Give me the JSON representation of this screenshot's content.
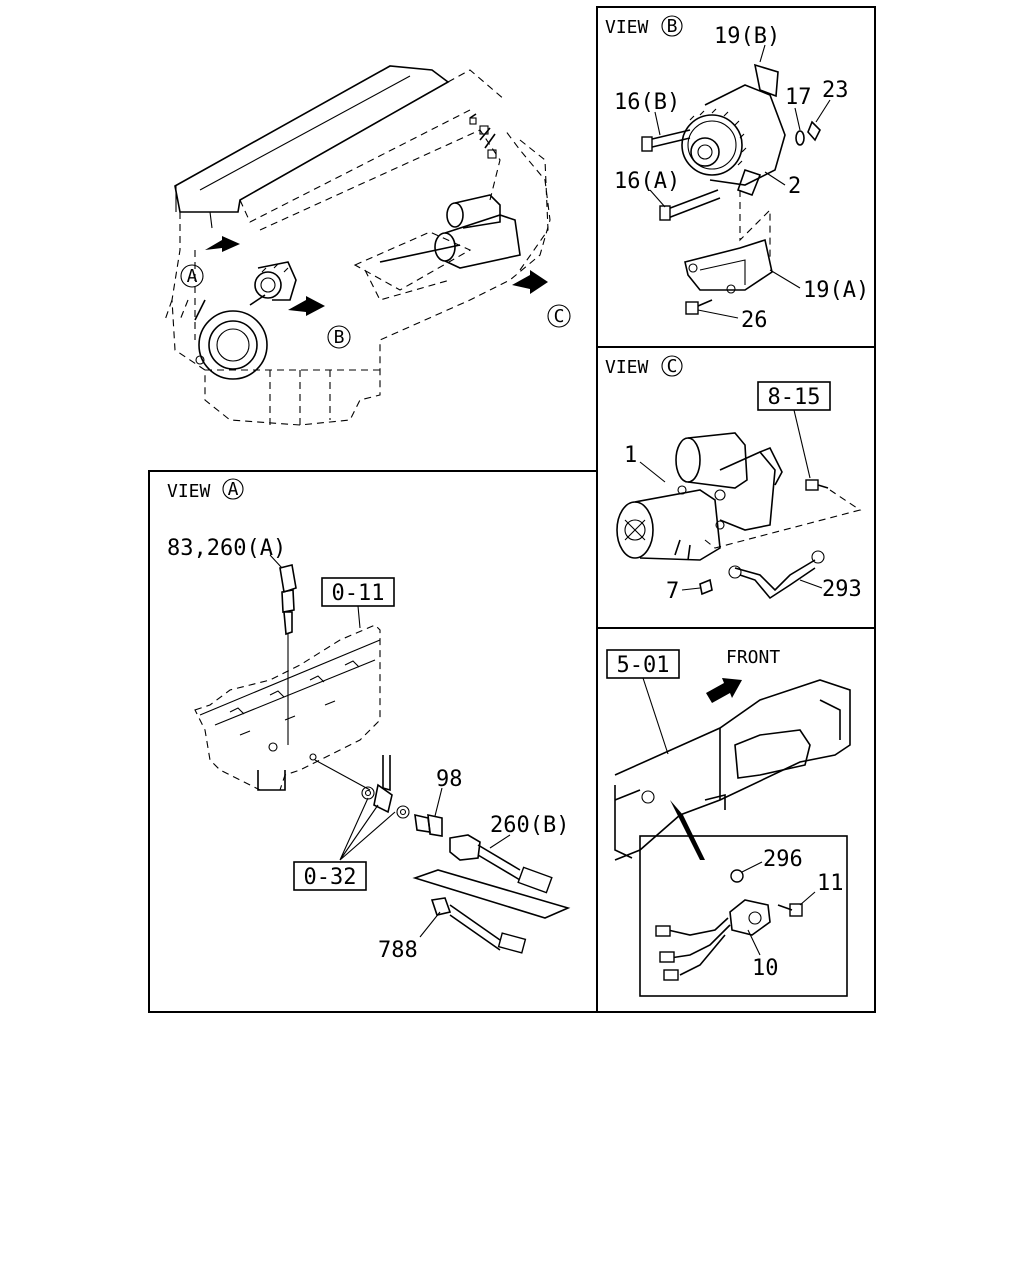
{
  "views": {
    "a": {
      "prefix": "VIEW",
      "letter": "A"
    },
    "b": {
      "prefix": "VIEW",
      "letter": "B"
    },
    "c": {
      "prefix": "VIEW",
      "letter": "C"
    }
  },
  "main": {
    "marker_a": "A",
    "marker_b": "B",
    "marker_c": "C"
  },
  "view_b": {
    "callouts": [
      "19(B)",
      "16(B)",
      "17",
      "23",
      "16(A)",
      "2",
      "19(A)",
      "26"
    ]
  },
  "view_c": {
    "ref_box": "8-15",
    "callouts": [
      "1",
      "7",
      "293"
    ]
  },
  "view_a": {
    "callouts": [
      "83,260(A)",
      "98",
      "260(B)",
      "788"
    ],
    "ref_boxes": [
      "0-11",
      "0-32"
    ]
  },
  "view_front": {
    "ref_box": "5-01",
    "direction": "FRONT",
    "callouts": [
      "296",
      "11",
      "10"
    ]
  }
}
